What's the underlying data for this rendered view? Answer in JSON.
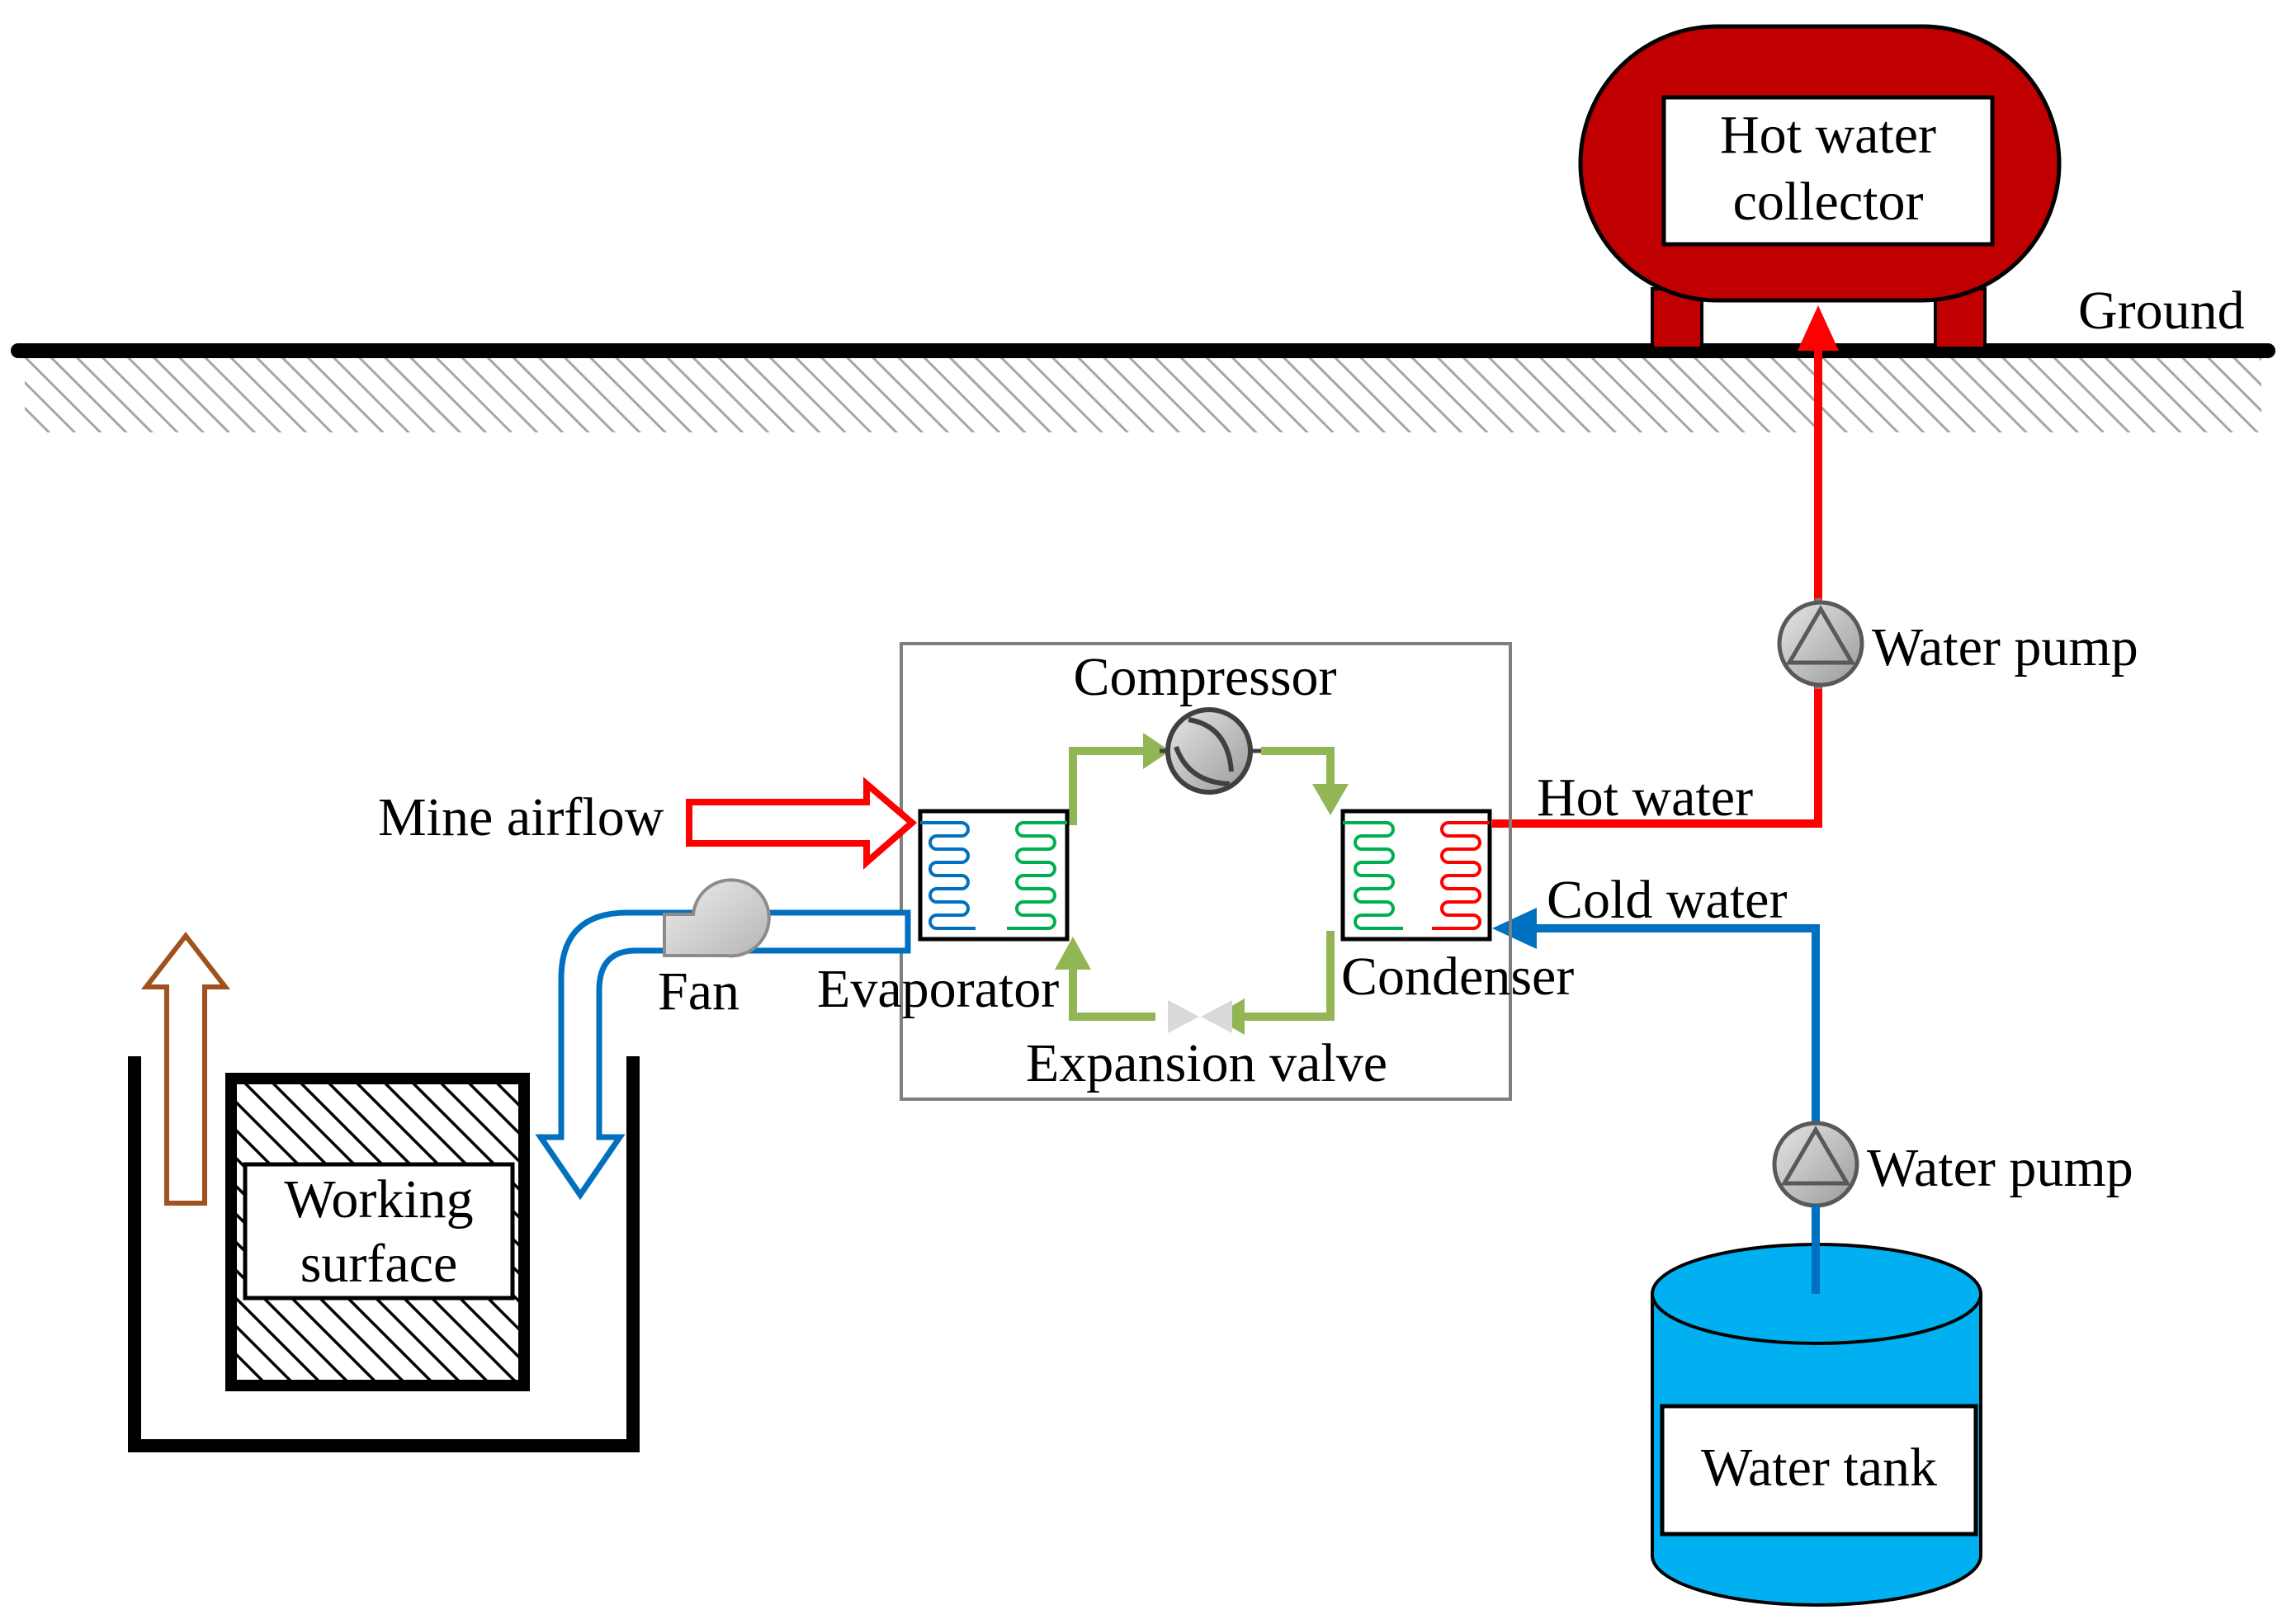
{
  "labels": {
    "hot_water_collector_line1": "Hot water",
    "hot_water_collector_line2": "collector",
    "ground": "Ground",
    "water_pump_top": "Water pump",
    "water_pump_bottom": "Water pump",
    "compressor": "Compressor",
    "mine_airflow": "Mine airflow",
    "hot_water": "Hot water",
    "cold_water": "Cold water",
    "fan": "Fan",
    "evaporator": "Evaporator",
    "condenser": "Condenser",
    "expansion_valve": "Expansion valve",
    "working_surface_line1": "Working",
    "working_surface_line2": "surface",
    "water_tank": "Water tank"
  },
  "colors": {
    "hot_water_line": "#ff0000",
    "cold_water_line": "#0070c0",
    "refrigerant_loop": "#92b556",
    "collector_fill": "#c00000",
    "tank_fill": "#00b0f0",
    "coil_blue": "#0070c0",
    "coil_green": "#00b050",
    "coil_red": "#ff0000",
    "exhaust_arrow": "#a0521e",
    "pump_fill": "#bfbfbf",
    "fan_fill": "#d0d0d0"
  }
}
